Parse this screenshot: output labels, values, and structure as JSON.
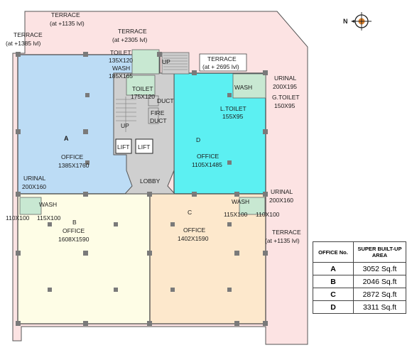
{
  "compass": {
    "label": "N",
    "colors": {
      "ring": "#222222",
      "fill": "#e0832c"
    }
  },
  "terraces": {
    "top": "TERRACE",
    "top_level": "(at +1135 lvl)",
    "left": "TERRACE",
    "left_level": "(at +1385 lvl)",
    "mid": "TERRACE",
    "mid_level": "(at +2305 lvl)",
    "right": "TERRACE",
    "right_level": "(at + 2695 lvl)",
    "bottom_right": "TERRACE",
    "bottom_right_level": "(at +1135 lvl)"
  },
  "offices": [
    {
      "code": "A",
      "label": "OFFICE",
      "size": "1385X1760",
      "color": "#bcdcf5"
    },
    {
      "code": "B",
      "label": "OFFICE",
      "size": "1608X1590",
      "color": "#fefde6"
    },
    {
      "code": "C",
      "label": "OFFICE",
      "size": "1402X1590",
      "color": "#fde8cc"
    },
    {
      "code": "D",
      "label": "OFFICE",
      "size": "1105X1485",
      "color": "#5cf0f2"
    }
  ],
  "amenities": {
    "toilet_top": "TOILET",
    "toilet_top_size": "135X120",
    "wash_top": "WASH",
    "wash_top_size": "185X165",
    "toilet_core": "TOILET",
    "toilet_core_size": "175X120",
    "duct": "DUCT",
    "fire_duct_1": "FIRE",
    "fire_duct_2": "DUCT",
    "up_stair_top": "UP",
    "up_stair_core": "UP",
    "lift_1": "LIFT",
    "lift_2": "LIFT",
    "lobby": "LOBBY",
    "wash_d": "WASH",
    "l_toilet": "L.TOILET",
    "l_toilet_size": "155X95",
    "urinal_right": "URINAL",
    "urinal_right_size": "200X195",
    "g_toilet": "G.TOILET",
    "g_toilet_size": "150X95",
    "urinal_left": "URINAL",
    "urinal_left_size": "200X160",
    "wash_left": "WASH",
    "wash_left_size_a": "110X100",
    "wash_left_size_b": "115X100",
    "urinal_c": "URINAL",
    "urinal_c_size": "200X160",
    "wash_c": "WASH",
    "wash_c_size_a": "115X100",
    "wash_c_size_b": "110X100"
  },
  "colors": {
    "terrace": "#fce3e3",
    "core": "#cfcfcf",
    "wet": "#c8e8d2",
    "walls": "#444444"
  },
  "area_table": {
    "headers": [
      "OFFICE No.",
      "SUPER BUILT-UP AREA"
    ],
    "rows": [
      {
        "office": "A",
        "area": "3052 Sq.ft"
      },
      {
        "office": "B",
        "area": "2046 Sq.ft"
      },
      {
        "office": "C",
        "area": "2872 Sq.ft"
      },
      {
        "office": "D",
        "area": "3311 Sq.ft"
      }
    ]
  }
}
